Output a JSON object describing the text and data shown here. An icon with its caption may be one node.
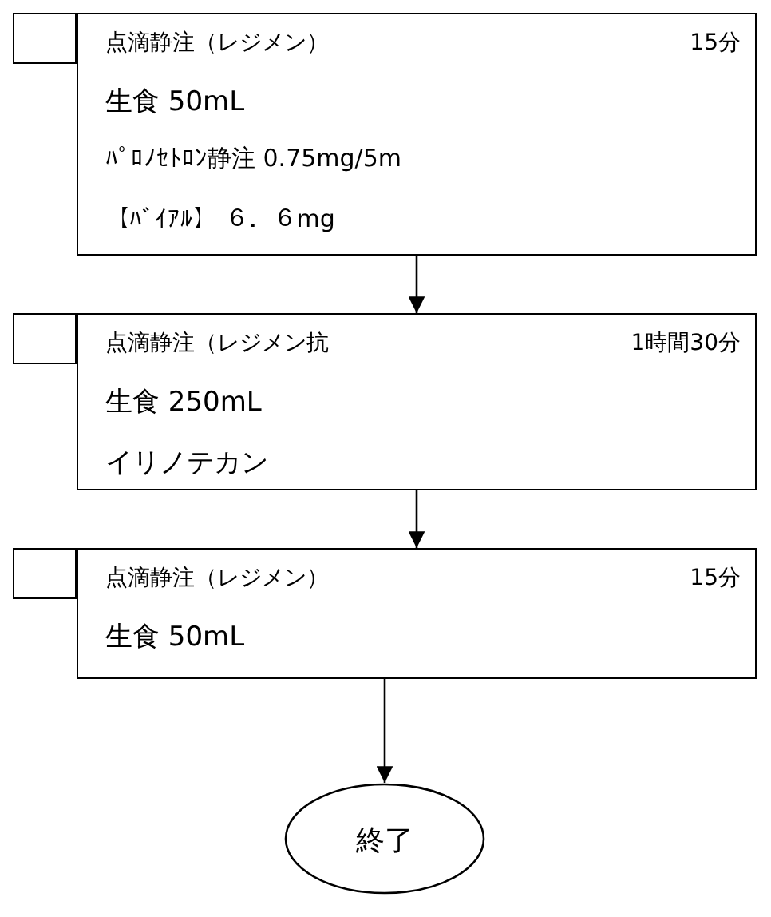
{
  "diagram": {
    "nodes": [
      {
        "text": [],
        "shape": "box"
      },
      {
        "text": [
          "点滴静注（レジメン）",
          "15分",
          "生食 50mL",
          "ﾊﾟﾛﾉｾﾄﾛﾝ静注 0.75mg/5m",
          "【ﾊﾞｲｱﾙ】 ６．６mg"
        ]
      },
      {
        "text": [],
        "shape": "box"
      },
      {
        "text": [
          "点滴静注（レジメン抗",
          "1時間30分",
          "生食 250mL",
          "イリノテカン"
        ]
      },
      {
        "text": [],
        "shape": "box"
      },
      {
        "text": [
          "点滴静注（レジメン）",
          "15分",
          "生食 50mL"
        ]
      },
      {
        "text": [
          "終了"
        ]
      }
    ],
    "edges": [
      {
        "from": 1,
        "to": 3,
        "arrow": "to"
      },
      {
        "from": 3,
        "to": 5,
        "arrow": "to"
      },
      {
        "from": 5,
        "to": 6,
        "arrow": "to"
      }
    ]
  }
}
